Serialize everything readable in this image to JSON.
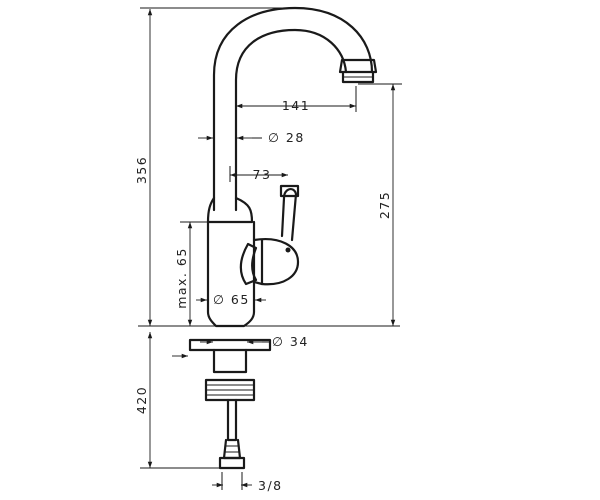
{
  "dimensions": {
    "height_total": "356",
    "spout_reach": "141",
    "spout_diameter": "∅ 28",
    "lever_offset": "73",
    "spout_height": "275",
    "base_height_max": "max. 65",
    "body_diameter": "∅ 65",
    "hole_diameter": "∅ 34",
    "shank_length": "420",
    "connection_thread": "3/8"
  }
}
